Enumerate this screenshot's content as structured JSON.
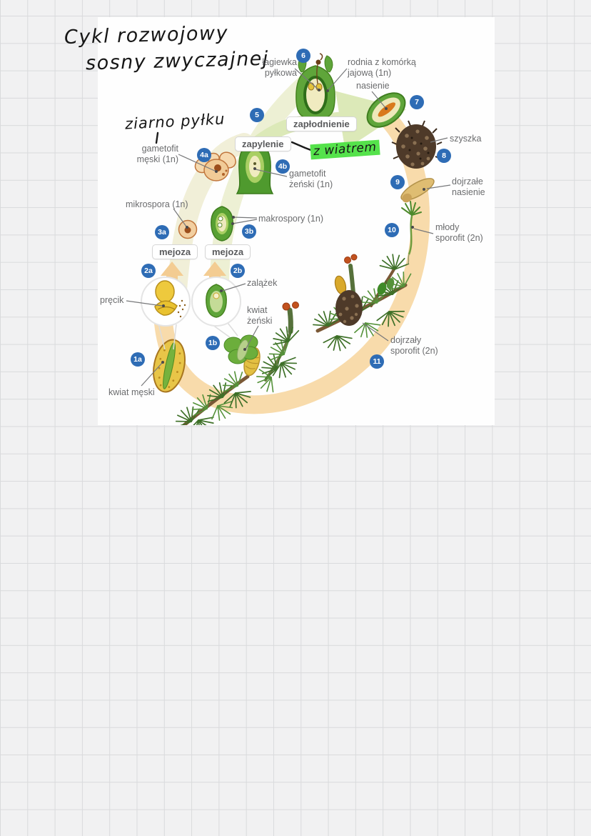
{
  "page": {
    "title1": "Cykl rozwojowy",
    "title2": "sosny zwyczajnej"
  },
  "handwritten": {
    "ziarno_pylku": "ziarno pyłku",
    "z_wiatrem": "z wiatrem"
  },
  "diagram": {
    "process_boxes": {
      "zaplodnienie": "zapłodnienie",
      "zapylenie": "zapylenie",
      "mejoza_a": "mejoza",
      "mejoza_b": "mejoza"
    },
    "labels": {
      "lagiewka": "łagiewka\npyłkowa",
      "rodnia": "rodnia z komórką\njajową (1n)",
      "nasienie": "nasienie",
      "szyszka": "szyszka",
      "dojrzale_nasienie": "dojrzałe\nnasienie",
      "mlody_sporofit": "młody\nsporofit (2n)",
      "dojrzaly_sporofit": "dojrzały\nsporofit (2n)",
      "gametofit_meski": "gametofit\nmęski (1n)",
      "gametofit_zenski": "gametofit\nżeński (1n)",
      "mikrospora": "mikrospora (1n)",
      "makrospory": "makrospory (1n)",
      "precik": "pręcik",
      "zalazek": "zalążek",
      "kwiat_zenski": "kwiat\nżeński",
      "kwiat_meski": "kwiat męski"
    },
    "badges": {
      "n1a": "1a",
      "n1b": "1b",
      "n2a": "2a",
      "n2b": "2b",
      "n3a": "3a",
      "n3b": "3b",
      "n4a": "4a",
      "n4b": "4b",
      "n5": "5",
      "n6": "6",
      "n7": "7",
      "n8": "8",
      "n9": "9",
      "n10": "10",
      "n11": "11"
    },
    "colors": {
      "badge_blue": "#2e6cb5",
      "cycle_band_tan": "#f8dbab",
      "arrow_green": "#dce9b8",
      "highlight_green": "#55e24b",
      "label_gray": "#6b6c6e"
    }
  }
}
